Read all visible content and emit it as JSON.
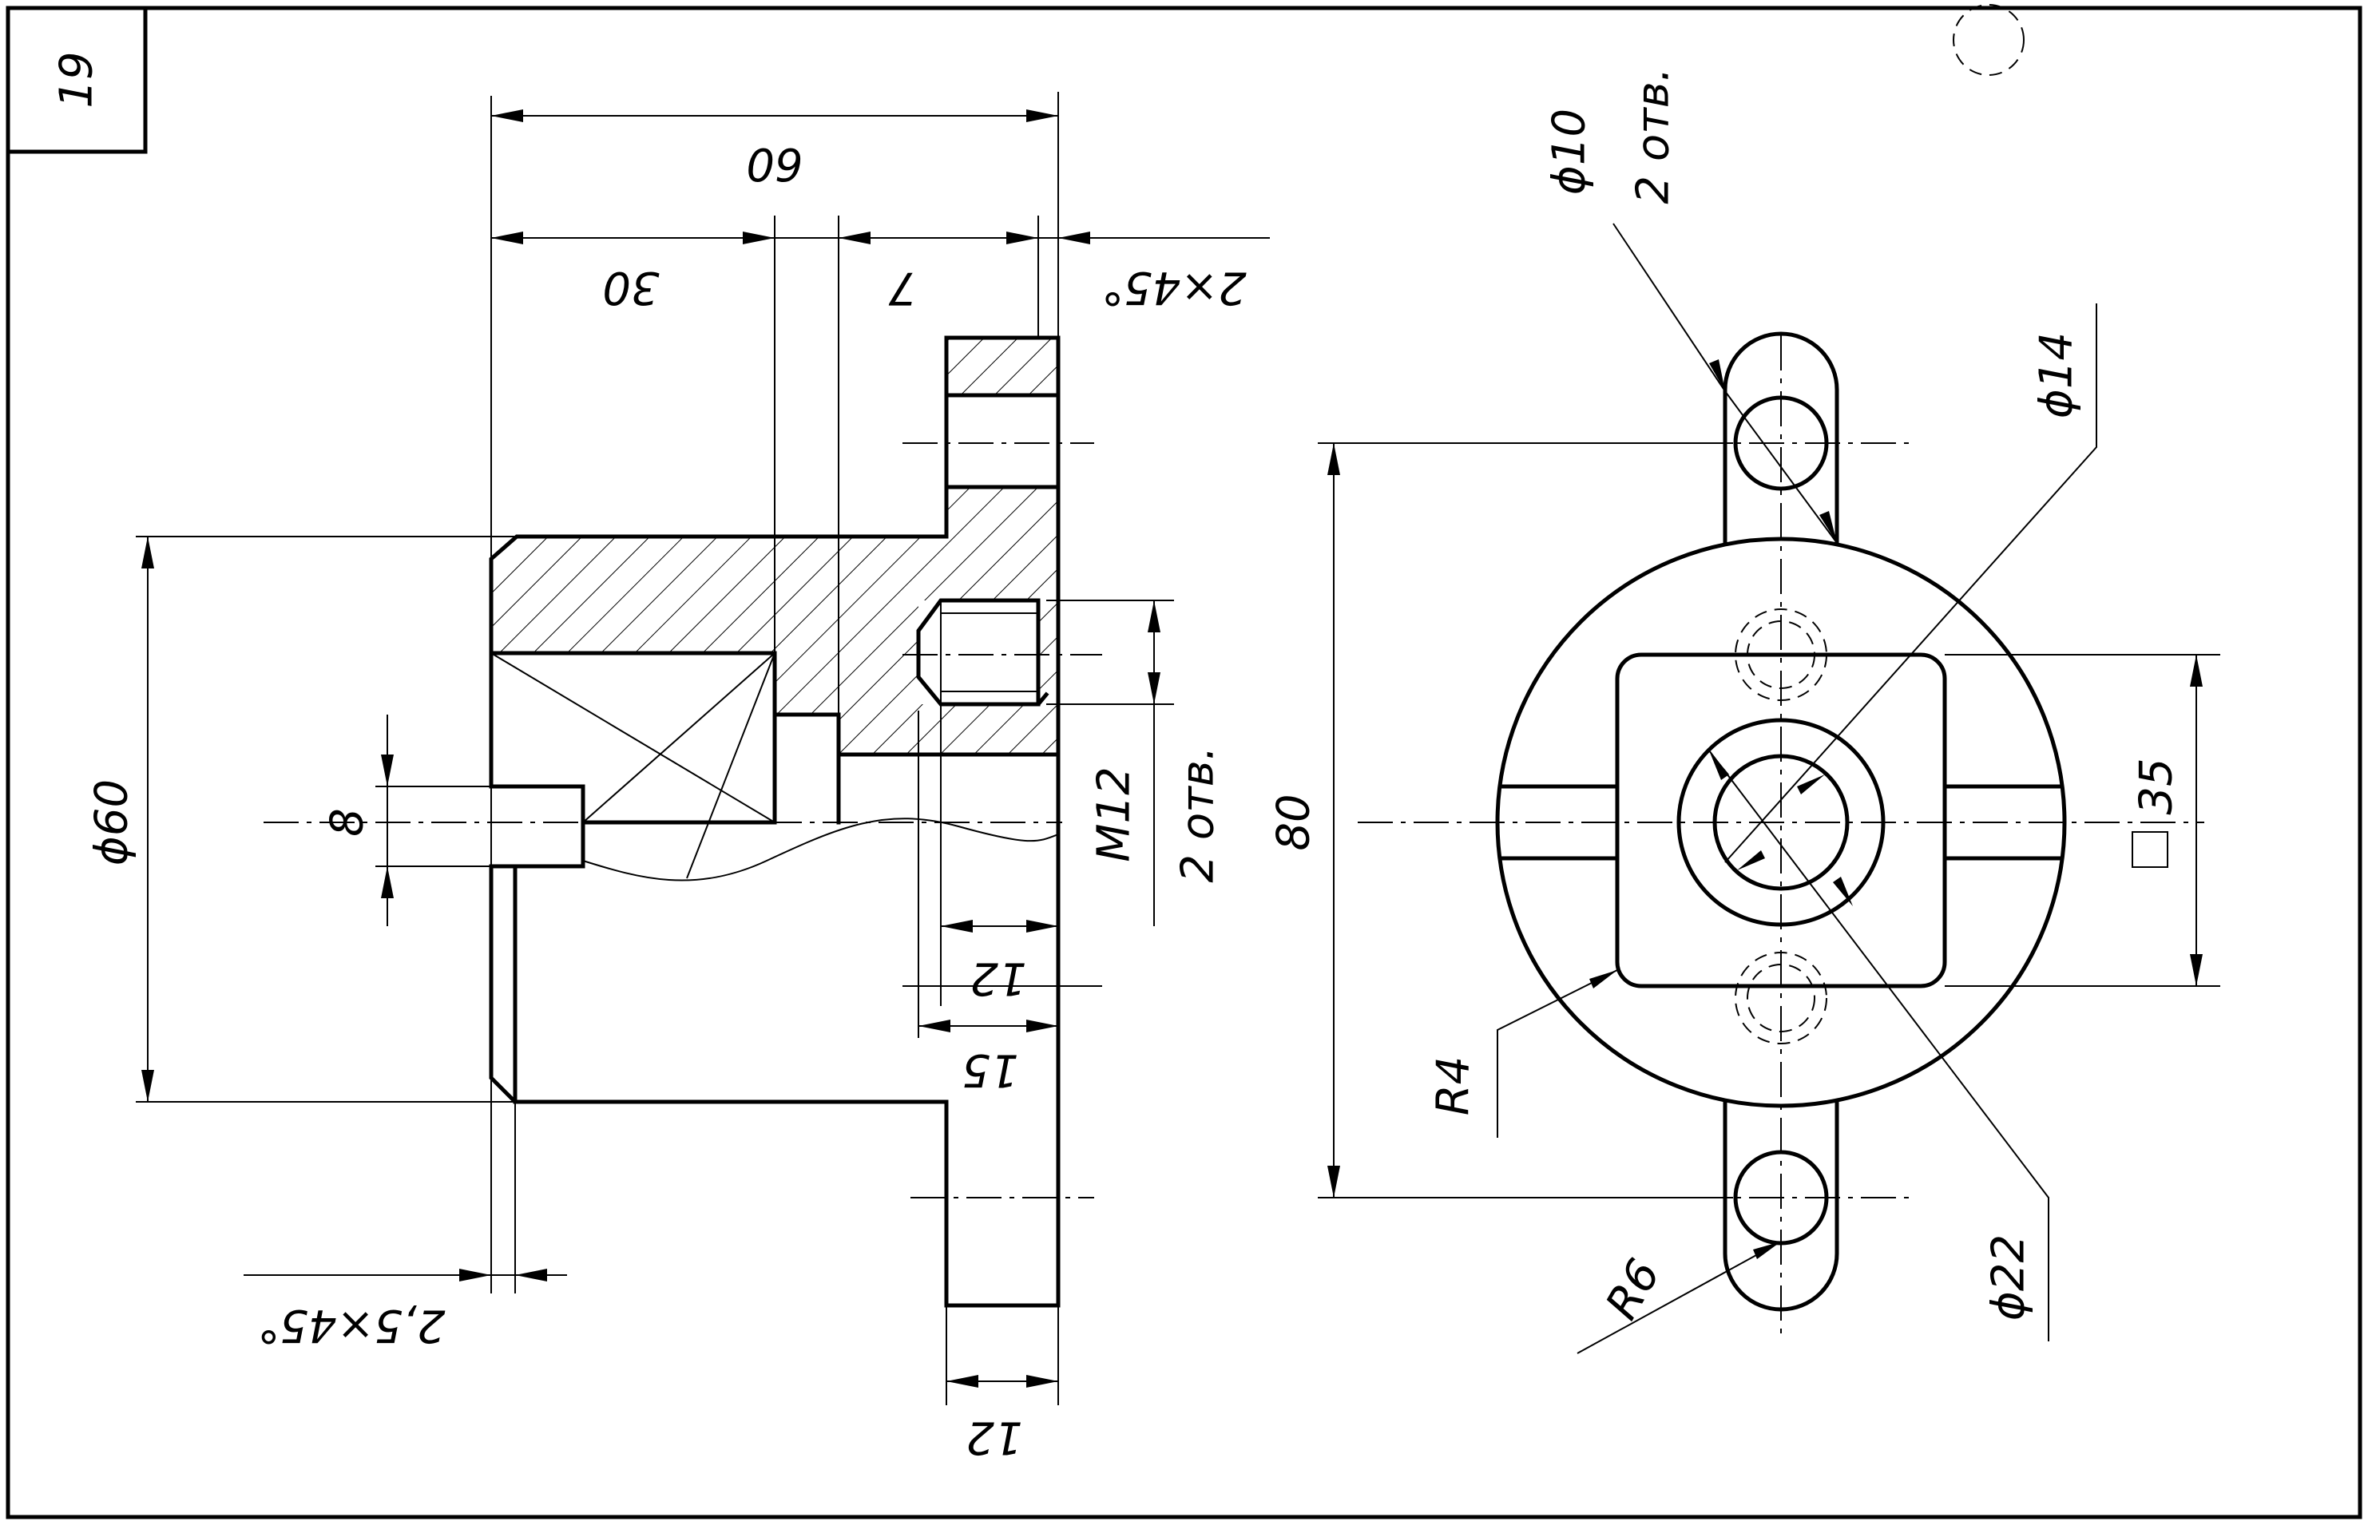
{
  "sheet_number": "19",
  "dimensions": {
    "overall_length": "60",
    "d30": "30",
    "d7": "7",
    "chamfer_2": "2×45°",
    "diam60": "ϕ60",
    "d8": "8",
    "thread": "M12",
    "thread_count": "2 отв.",
    "d12_thread": "12",
    "d15": "15",
    "d12_flange": "12",
    "chamfer_25": "2,5×45°",
    "d80": "80",
    "diam10": "ϕ10",
    "hole_count": "2 отв.",
    "diam14": "ϕ14",
    "square35": "35",
    "r4": "R4",
    "r6": "R6",
    "diam22": "ϕ22"
  }
}
